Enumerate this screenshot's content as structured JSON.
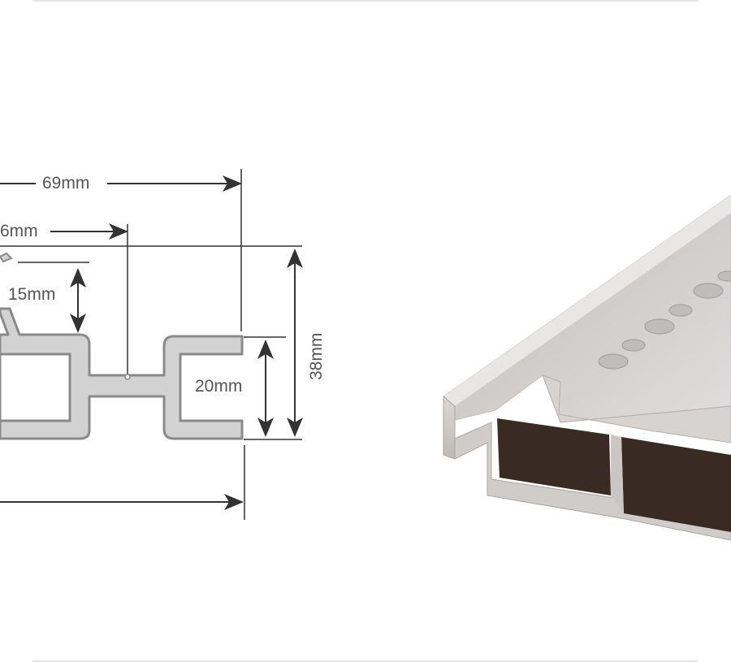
{
  "diagram": {
    "dimensions": {
      "width_69": "69mm",
      "width_partial": "6mm",
      "height_15": "15mm",
      "height_20": "20mm",
      "height_38": "38mm"
    }
  },
  "colors": {
    "line": "#333333",
    "profile_fill": "#d2d2d2",
    "profile_stroke": "#8a8a8a",
    "aluminum": "#d8d6d4",
    "aluminum_dark": "#b9b6b3",
    "cavity": "#3a2a24"
  }
}
